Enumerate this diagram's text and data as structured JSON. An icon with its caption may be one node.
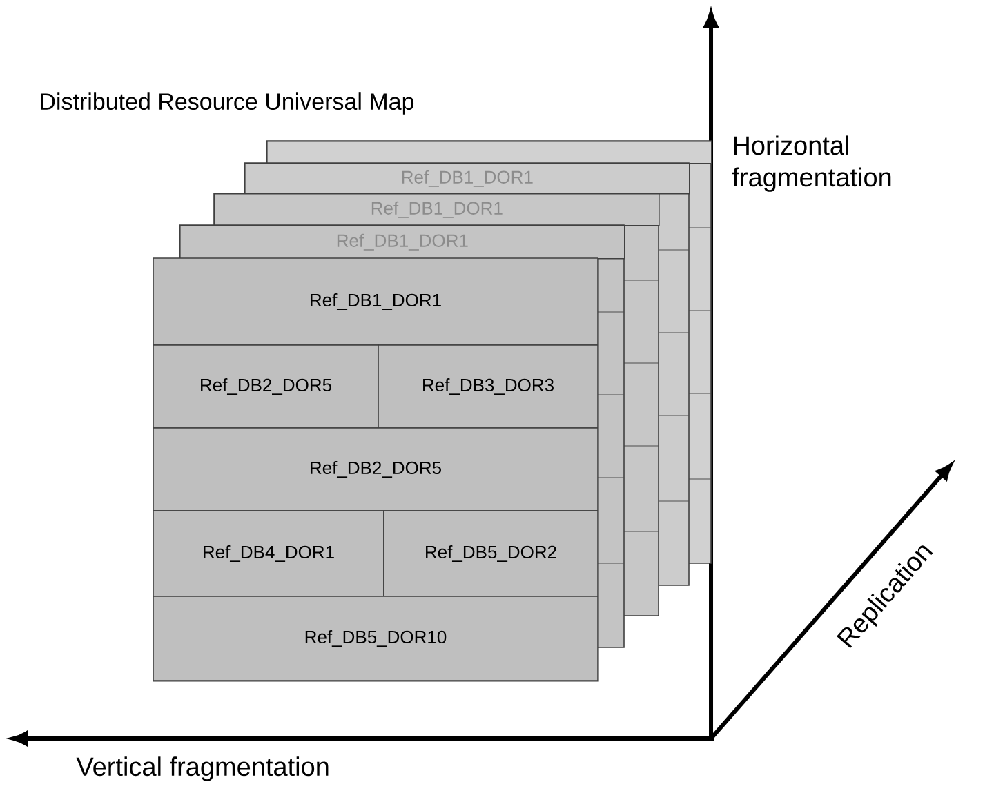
{
  "diagram": {
    "title": "Distributed Resource Universal Map",
    "nodes": [
      {
        "text": [],
        "shape": "box"
      },
      {
        "text": [
          "Ref_DB1_DOR1"
        ]
      },
      {
        "text": [
          "Ref_DB1_DOR1"
        ]
      },
      {
        "text": [
          "Ref_DB1_DOR1"
        ]
      },
      {
        "text": [],
        "shape": "box"
      },
      {
        "text": [
          "Ref_DB1_DOR1"
        ],
        "in": 4
      },
      {
        "text": [
          "Ref_DB2_DOR5"
        ],
        "in": 4
      },
      {
        "text": [
          "Ref_DB3_DOR3"
        ],
        "in": 4
      },
      {
        "text": [
          "Ref_DB2_DOR5"
        ],
        "in": 4
      },
      {
        "text": [
          "Ref_DB4_DOR1"
        ],
        "in": 4
      },
      {
        "text": [
          "Ref_DB5_DOR2"
        ],
        "in": 4
      },
      {
        "text": [
          "Ref_DB5_DOR10"
        ],
        "in": 4
      }
    ],
    "edges": [],
    "labels": [
      "Horizontal fragmentation",
      "Replication",
      "Vertical fragmentation"
    ]
  }
}
